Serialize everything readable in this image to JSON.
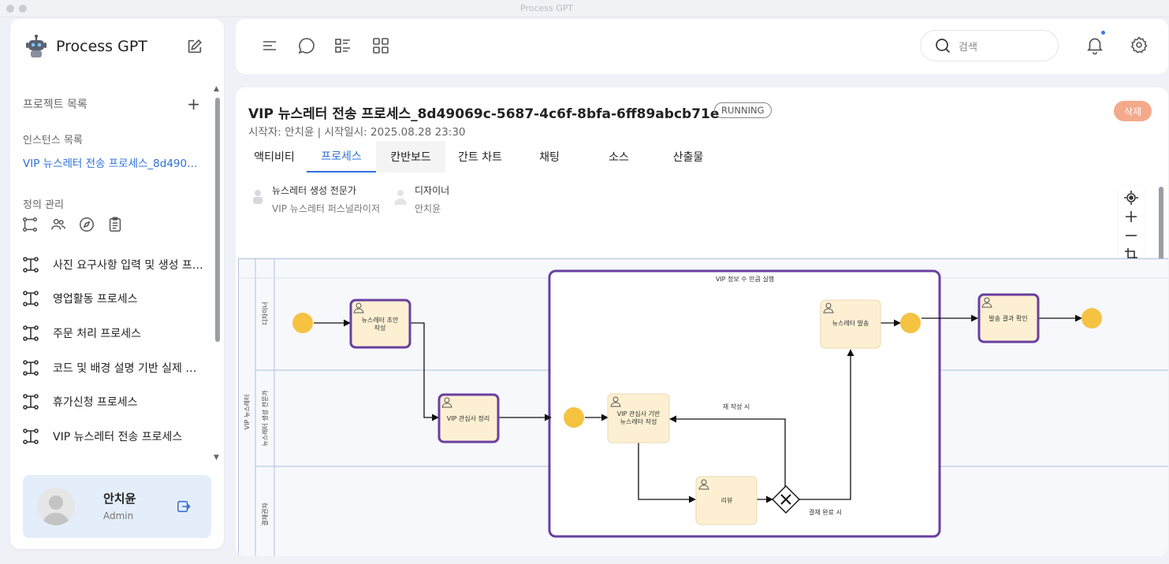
{
  "window": {
    "title": "Process GPT"
  },
  "sidebar": {
    "brand": "Process GPT",
    "project_label": "프로젝트 목록",
    "instance_label": "인스턴스 목록",
    "instance_item": "VIP 뉴스레터 전송 프로세스_8d490…",
    "definition_label": "정의 관리",
    "processes": [
      "사진 요구사항 입력 및 생성 프…",
      "영업활동 프로세스",
      "주문 처리 프로세스",
      "코드 및 배경 설명 기반 실제 …",
      "휴가신청 프로세스",
      "VIP 뉴스레터 전송 프로세스"
    ],
    "user": {
      "name": "안치윤",
      "role": "Admin"
    }
  },
  "topbar": {
    "search_placeholder": "검색"
  },
  "main": {
    "title": "VIP 뉴스레터 전송 프로세스_8d49069c-5687-4c6f-8bfa-6ff89abcb71e",
    "status": "RUNNING",
    "delete_label": "삭제",
    "meta": "시작자: 안치윤 | 시작일시: 2025.08.28 23:30",
    "tabs": [
      "액티비티",
      "프로세스",
      "칸반보드",
      "간트 차트",
      "채팅",
      "소스",
      "산출물"
    ],
    "actors": [
      {
        "name": "뉴스레터 생성 전문가",
        "role": "VIP 뉴스레터 퍼스널라이저"
      },
      {
        "name": "디자이너",
        "role": "안치윤"
      }
    ]
  },
  "diagram": {
    "pool_name": "VIP 뉴스레터",
    "lanes": [
      "디자이너",
      "뉴스레터 생성 전문가",
      "결재권자"
    ],
    "subprocess_label": "VIP 정보 수 만큼 실행",
    "tasks": {
      "draft": [
        "뉴스레터 초안",
        "작성"
      ],
      "organize": [
        "VIP 관심사 정리"
      ],
      "personal": [
        "VIP 관심사 기반",
        "뉴스레터 작성"
      ],
      "review": [
        "리뷰"
      ],
      "send": [
        "뉴스레터 발송"
      ],
      "confirm": [
        "발송 결과 확인"
      ]
    },
    "flow_labels": {
      "rewrite": "재 작성 시",
      "approved": "결재 완료 시"
    },
    "colors": {
      "task_fill": "#fdf0d2",
      "active_border": "#6a3fa0",
      "event": "#f5c242",
      "lane_line": "#aebfe0"
    }
  }
}
